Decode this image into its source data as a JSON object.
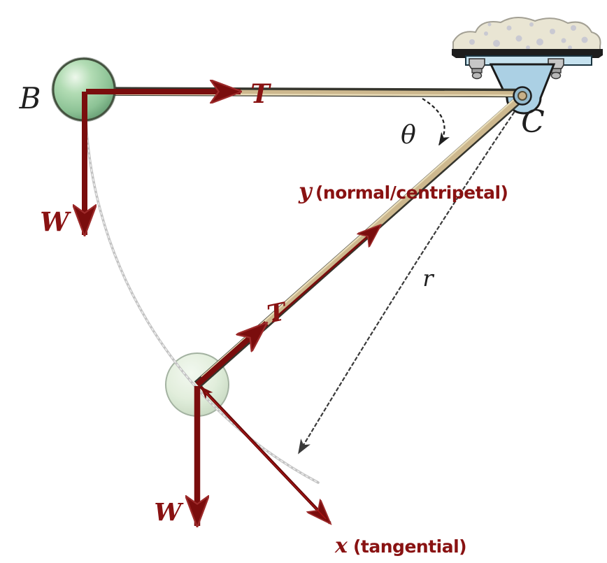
{
  "figure": {
    "type": "physics-diagram",
    "description": "Pendulum rod pivoting at C with ball shown at position B (horizontal) and at a swung position; force and axis annotations"
  },
  "labels": {
    "ball_top": "B",
    "pivot": "C",
    "angle": "θ",
    "radius": "r",
    "tension_top": "T",
    "weight_top": "W",
    "tension_bottom": "T",
    "weight_bottom": "W",
    "y_axis_symbol": "y",
    "y_axis_text": "(normal/centripetal)",
    "x_axis_symbol": "x",
    "x_axis_text": "(tangential)"
  },
  "colors": {
    "force_red": "#7a0d0d",
    "force_red_edge": "#9c2a2a",
    "label_red": "#891212",
    "label_dark": "#1f1f1f",
    "rod_tan": "#cdb88e",
    "rod_edge": "#35352d",
    "rod_highlight": "#e9ddb9",
    "ball_green_mid": "#8cc295",
    "ball_pale": "#dcebd5",
    "bracket_blue": "#abd0e4",
    "strip_blue": "#c6e2ef",
    "stone_beige": "#e9e5d3",
    "speckle_gray": "#c6c6d2",
    "arc_gray": "#c2c2c2",
    "radius_line_gray": "#3a3a3a"
  }
}
